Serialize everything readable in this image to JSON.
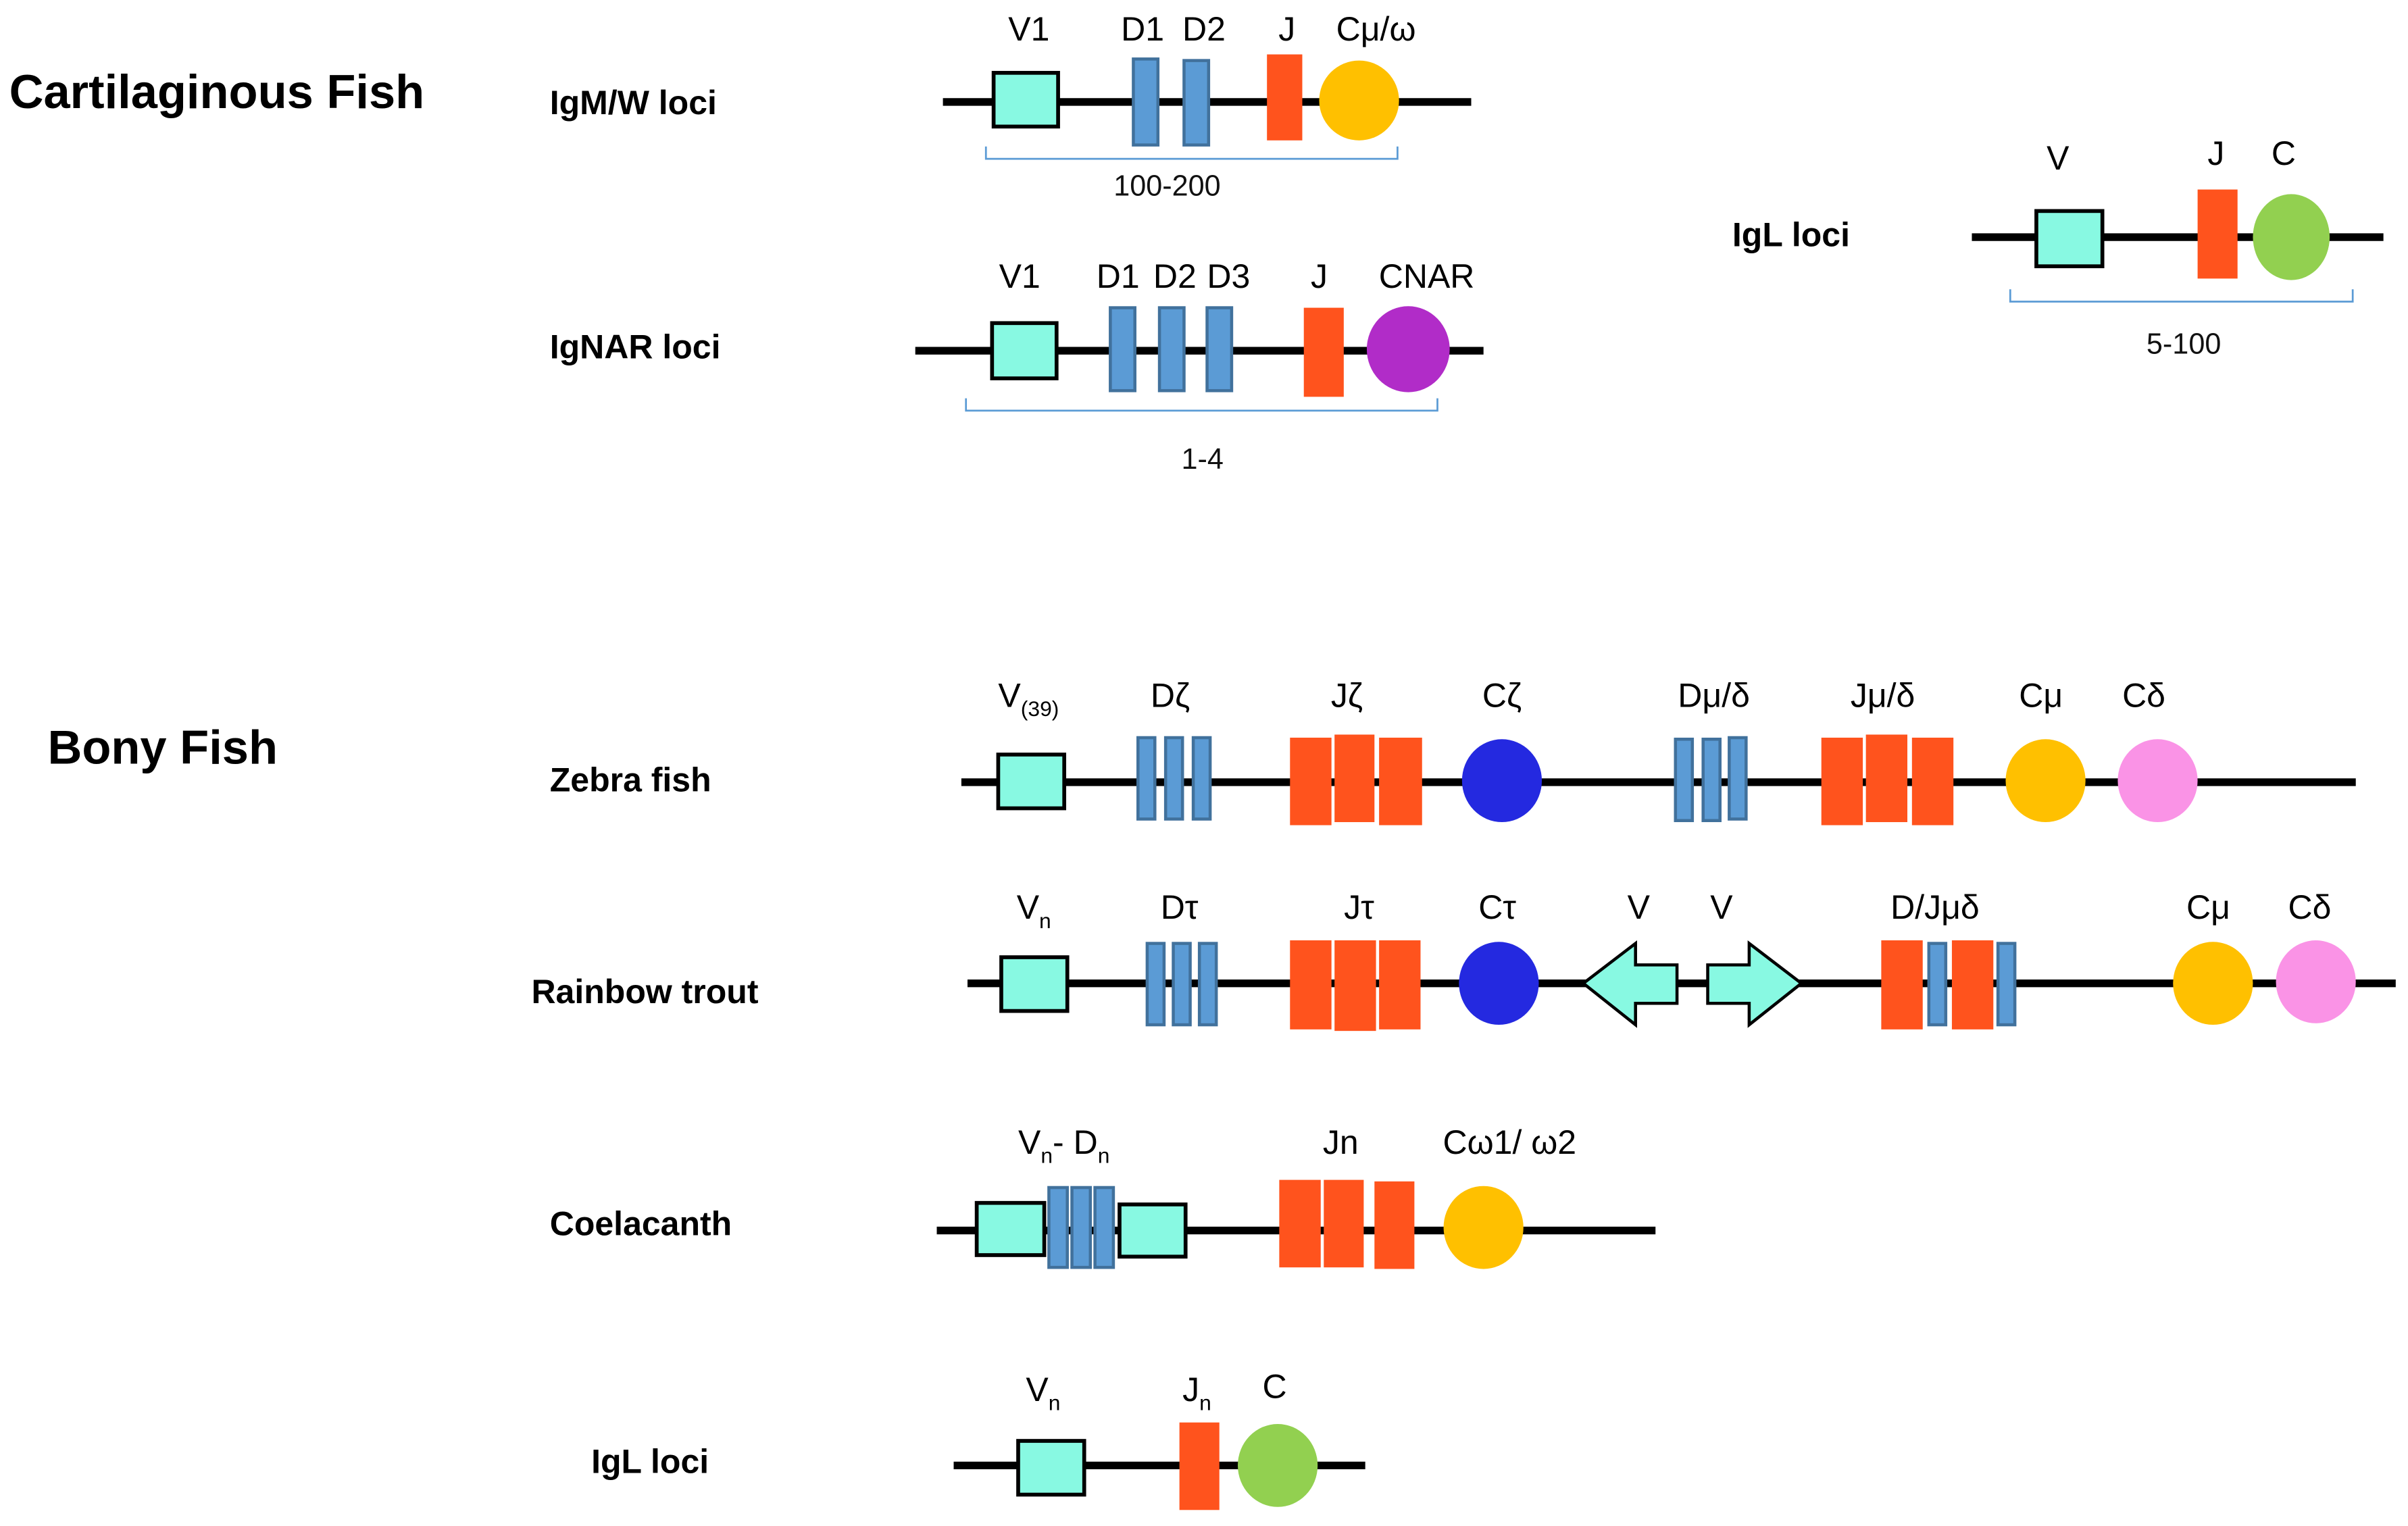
{
  "colors": {
    "v": "#88F9E2",
    "d": "#5B9BD5",
    "d_stroke": "#41719C",
    "j": "#FF531D",
    "c_mu": "#FFC000",
    "c_nar": "#B12CC8",
    "c_light": "#92D050",
    "c_zeta": "#2429E0",
    "c_delta": "#FA93E6",
    "bracket": "#5B9BD5",
    "line": "#000000"
  },
  "groups": [
    {
      "title": "Cartilaginous Fish"
    },
    {
      "title": "Bony Fish"
    }
  ],
  "loci": [
    {
      "name": "IgM/W loci",
      "labels": [
        "V1",
        "D1",
        "D2",
        "J",
        "Cμ/ω"
      ],
      "bracket": "100-200"
    },
    {
      "name": "IgNAR loci",
      "labels": [
        "V1",
        "D1",
        "D2",
        "D3",
        "J",
        "CNAR"
      ],
      "bracket": "1-4"
    },
    {
      "name": "IgL loci",
      "labels": [
        "V",
        "J",
        "C"
      ],
      "bracket": "5-100"
    },
    {
      "name": "Zebra fish",
      "labels": [
        "V",
        "(39)",
        "Dζ",
        "Jζ",
        "Cζ",
        "Dμ/δ",
        "Jμ/δ",
        "Cμ",
        "Cδ"
      ]
    },
    {
      "name": "Rainbow trout",
      "labels": [
        "V",
        "n",
        "Dτ",
        "Jτ",
        "Cτ",
        "V",
        "V",
        "D/Jμδ",
        "Cμ",
        "Cδ"
      ]
    },
    {
      "name": "Coelacanth",
      "labels": [
        "V",
        "n",
        "- D",
        "n",
        "Jn",
        "Cω1/ ω2"
      ]
    },
    {
      "name": "IgL loci",
      "labels": [
        "V",
        "n",
        "J",
        "n",
        "C"
      ]
    }
  ]
}
